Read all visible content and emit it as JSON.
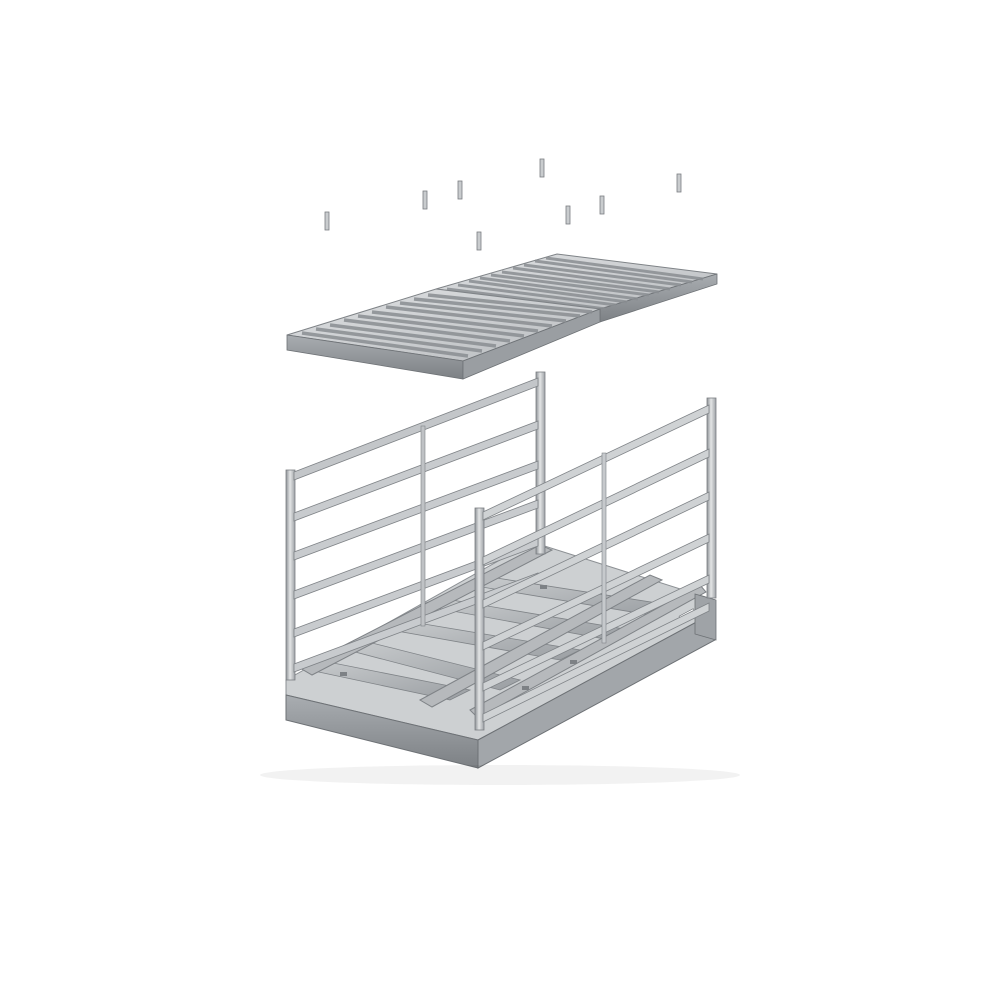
{
  "image": {
    "subject": "exploded-view-scale-platform-with-side-rails",
    "background_color": "#ffffff",
    "colors": {
      "metal_light": "#d7d9db",
      "metal_mid": "#b5b8bb",
      "metal_dark": "#8c9094",
      "metal_shadow": "#6d7175",
      "pin": "#cfd2d4"
    },
    "parts": {
      "pins_count": 8,
      "grating_panels_count": 2,
      "rail_frames_count": 2,
      "horizontal_rails_per_frame": 5
    }
  }
}
